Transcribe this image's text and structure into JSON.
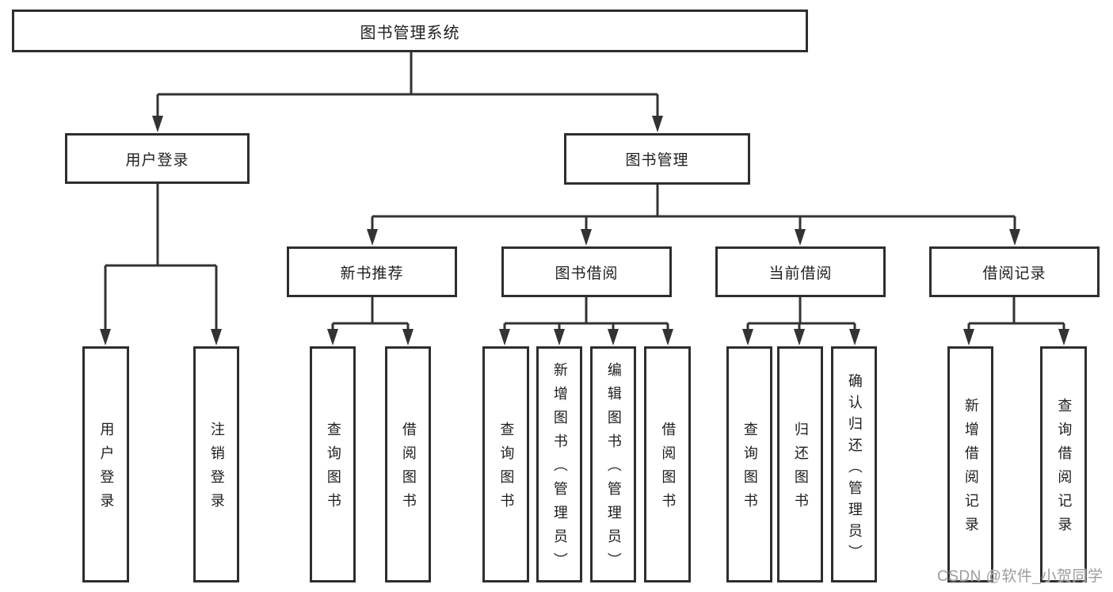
{
  "diagram_type": "hierarchy-flowchart",
  "colors": {
    "line": "#333333",
    "border": "#2e2e2e",
    "text": "#1f1f1f",
    "watermark": "#9c9c9c",
    "background": "#ffffff"
  },
  "nodes": {
    "root": "图书管理系统",
    "user_login": "用户登录",
    "book_management": "图书管理",
    "new_book_recommend": "新书推荐",
    "book_borrow": "图书借阅",
    "current_borrow": "当前借阅",
    "borrow_records": "借阅记录",
    "leaf_user_login": "用户登录",
    "leaf_logout": "注销登录",
    "leaf_query_books_recommend": "查询图书",
    "leaf_borrow_books_recommend": "借阅图书",
    "leaf_query_books_borrow": "查询图书",
    "leaf_add_books_admin": "新增图书（管理员）",
    "leaf_edit_books_admin": "编辑图书（管理员）",
    "leaf_borrow_books": "借阅图书",
    "leaf_query_books_current": "查询图书",
    "leaf_return_books": "归还图书",
    "leaf_confirm_return_admin": "确认归还（管理员）",
    "leaf_add_borrow_record": "新增借阅记录",
    "leaf_query_borrow_record": "查询借阅记录"
  },
  "watermark": "CSDN @软件_小贺同学"
}
